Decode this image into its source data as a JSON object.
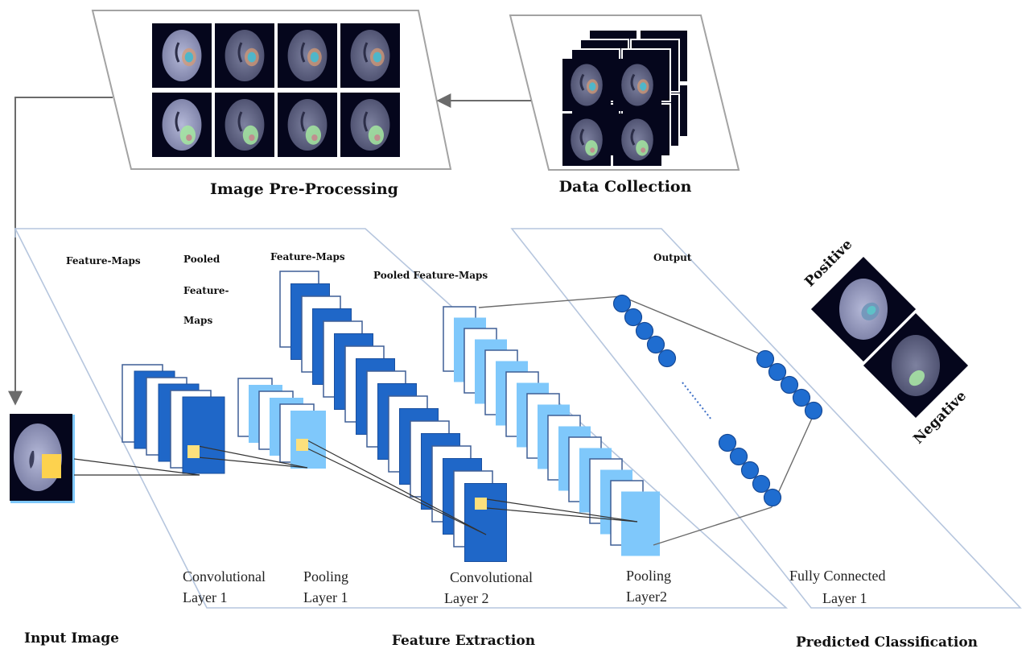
{
  "title": "CNN-based brain tumor classification pipeline",
  "colors": {
    "conv_dark": "#1f67c8",
    "pool_light": "#7fc8fb",
    "kernel_yellow": "#fde07c",
    "neuron": "#1f6dd0",
    "panel_gray": "#9a9a9a",
    "panel_blue": "#a9bfdc",
    "mri_bg": "#05061c",
    "brain": "#8f94b8"
  },
  "stages": {
    "data_collection": {
      "label": "Data Collection",
      "image_count": 4,
      "stack_depth": 4
    },
    "preprocessing": {
      "label": "Image Pre-Processing",
      "image_count": 8
    },
    "input": {
      "label": "Input Image"
    },
    "feature_extraction": {
      "label": "Feature Extraction"
    },
    "classification": {
      "label": "Predicted Classification"
    }
  },
  "annotations": {
    "feature_maps_1": "Feature-Maps",
    "pooled_1_line1": "Pooled",
    "pooled_1_line2": "Feature-",
    "pooled_1_line3": "Maps",
    "feature_maps_2": "Feature-Maps",
    "pooled_2": "Pooled Feature-Maps",
    "output": "Output"
  },
  "layers": [
    {
      "id": "conv1",
      "line1": "Convolutional",
      "line2": "Layer 1",
      "maps": 3,
      "type": "conv"
    },
    {
      "id": "pool1",
      "line1": "Pooling",
      "line2": "Layer 1",
      "maps": 3,
      "type": "pool"
    },
    {
      "id": "conv2",
      "line1": "Convolutional",
      "line2": "Layer 2",
      "maps": 9,
      "type": "conv"
    },
    {
      "id": "pool2",
      "line1": "Pooling",
      "line2": "Layer2",
      "maps": 9,
      "type": "pool"
    },
    {
      "id": "fc1",
      "line1": "Fully Connected",
      "line2": "Layer 1",
      "type": "fc"
    }
  ],
  "fc_neurons": {
    "group_a": 5,
    "group_b": 5,
    "group_c": 5
  },
  "outputs": [
    {
      "label": "Positive"
    },
    {
      "label": "Negative"
    }
  ]
}
